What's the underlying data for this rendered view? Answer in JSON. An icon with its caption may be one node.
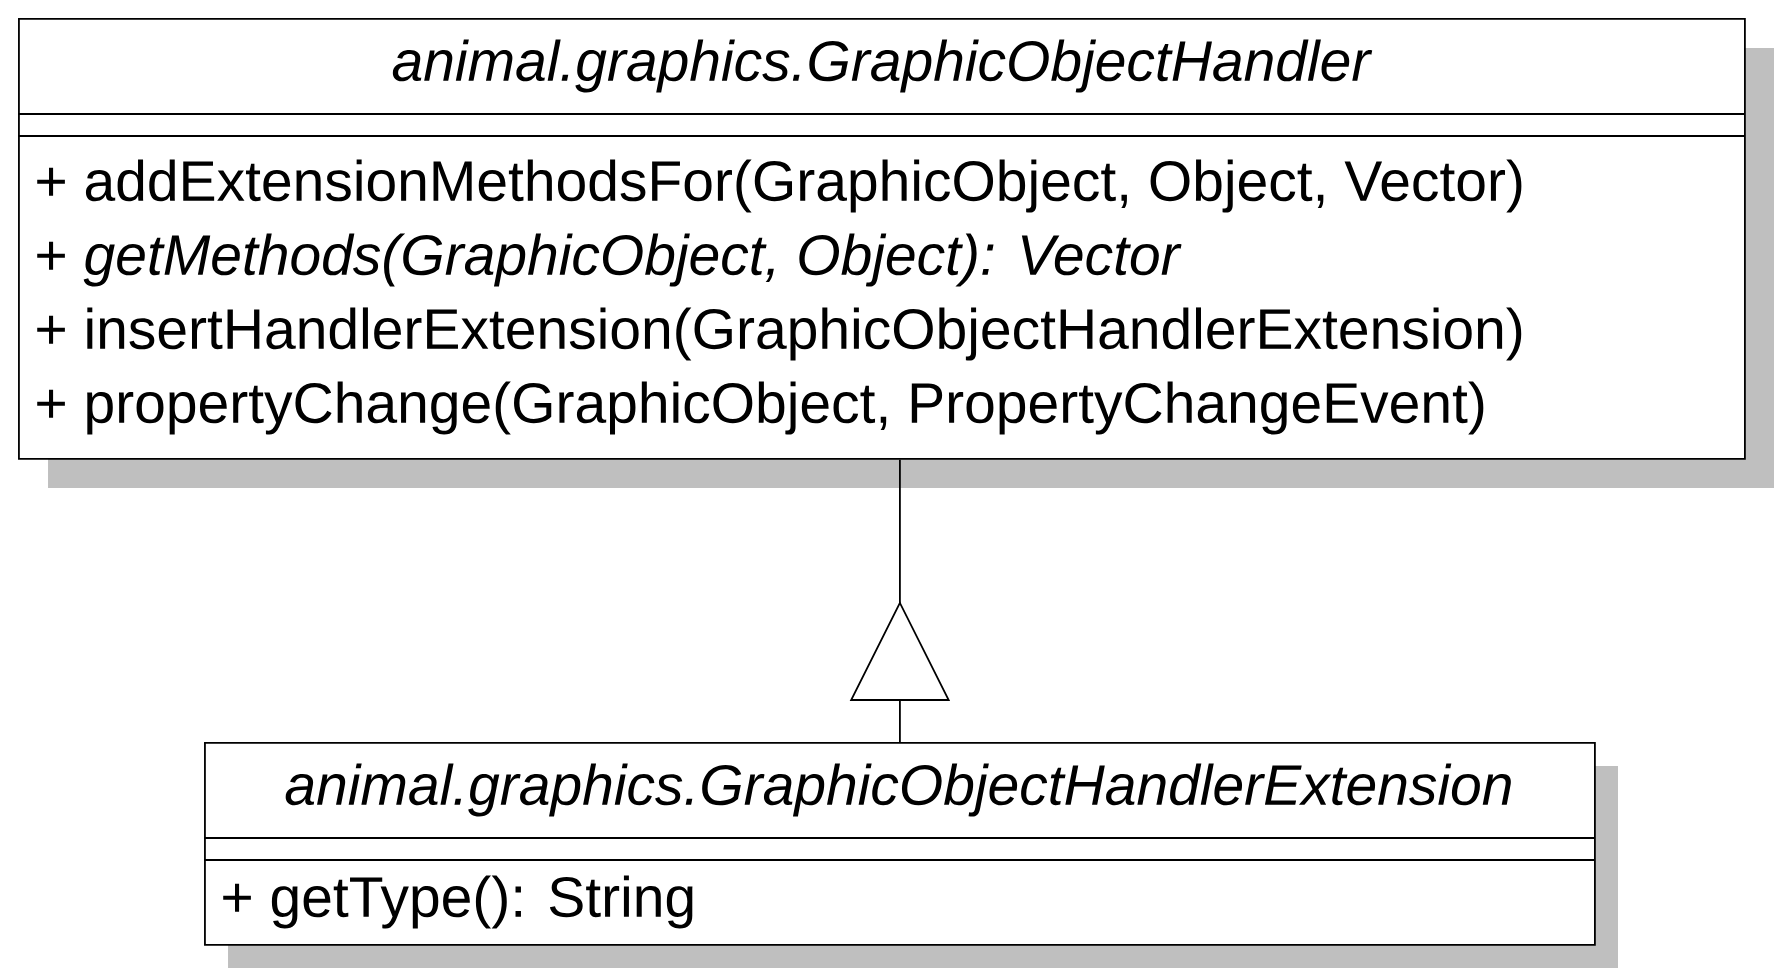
{
  "diagram": {
    "nodes": [
      {
        "text": [
          "animal.graphics.GraphicObjectHandler",
          "+ addExtensionMethodsFor(GraphicObject, Object, Vector)",
          "+ *getMethods(GraphicObject, Object): Vector*",
          "+ insertHandlerExtension(GraphicObjectHandlerExtension)",
          "+ propertyChange(GraphicObject, PropertyChangeEvent)"
        ]
      },
      {
        "text": [
          "animal.graphics.GraphicObjectHandlerExtension",
          "+ getType(): String"
        ]
      }
    ],
    "edges": [
      {
        "from": 1,
        "to": 0,
        "arrow": "to"
      }
    ]
  }
}
